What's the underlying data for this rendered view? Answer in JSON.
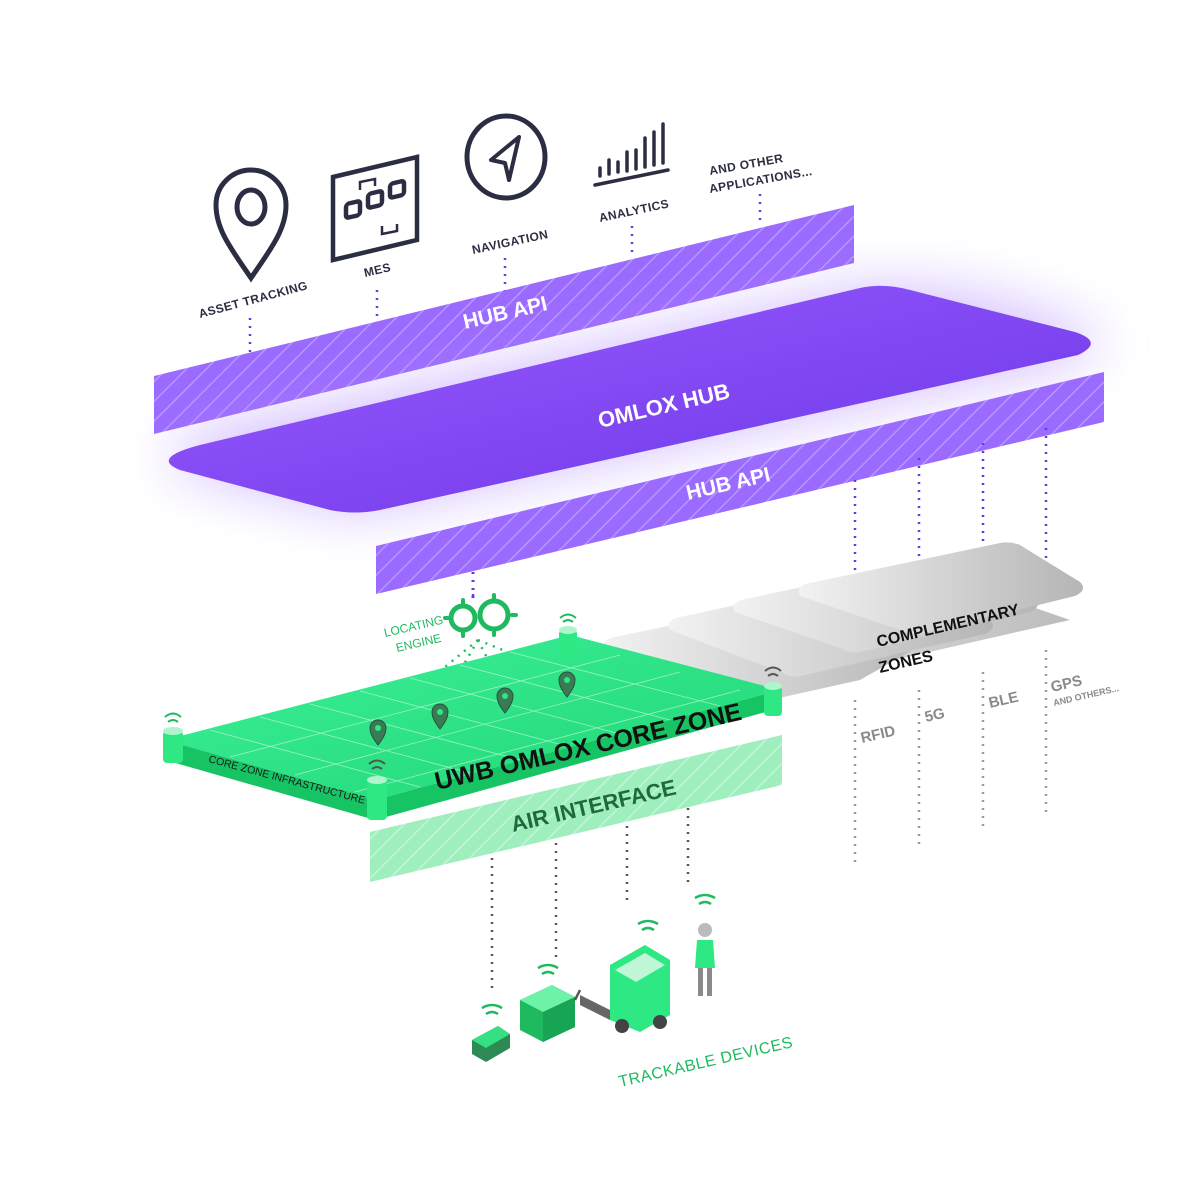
{
  "applications": [
    {
      "label": "ASSET TRACKING",
      "icon": "map-pin-icon"
    },
    {
      "label": "MES",
      "icon": "process-flow-icon"
    },
    {
      "label": "NAVIGATION",
      "icon": "navigation-arrow-icon"
    },
    {
      "label": "ANALYTICS",
      "icon": "bar-chart-icon"
    },
    {
      "label_line1": "AND OTHER",
      "label_line2": "APPLICATIONS..."
    }
  ],
  "hub_api_top": "HUB API",
  "omlox_hub": "OMLOX HUB",
  "hub_api_bottom": "HUB API",
  "locating_engine": {
    "line1": "LOCATING",
    "line2": "ENGINE",
    "icon": "gears-icon"
  },
  "core_zone": {
    "title": "UWB OMLOX CORE ZONE",
    "infrastructure": "CORE ZONE INFRASTRUCTURE"
  },
  "air_interface": "AIR INTERFACE",
  "complementary_zones": {
    "line1": "COMPLEMENTARY",
    "line2": "ZONES"
  },
  "technologies": [
    "RFID",
    "5G",
    "BLE",
    "GPS"
  ],
  "technologies_extra": "AND OTHERS...",
  "trackable_devices": "TRACKABLE DEVICES",
  "colors": {
    "purple": "#8a4dff",
    "purple_light": "#a77bff",
    "green": "#2ee883",
    "green_light": "#a8f0c4",
    "gray": "#cfcfcf",
    "text_dark": "#2b2d42"
  }
}
